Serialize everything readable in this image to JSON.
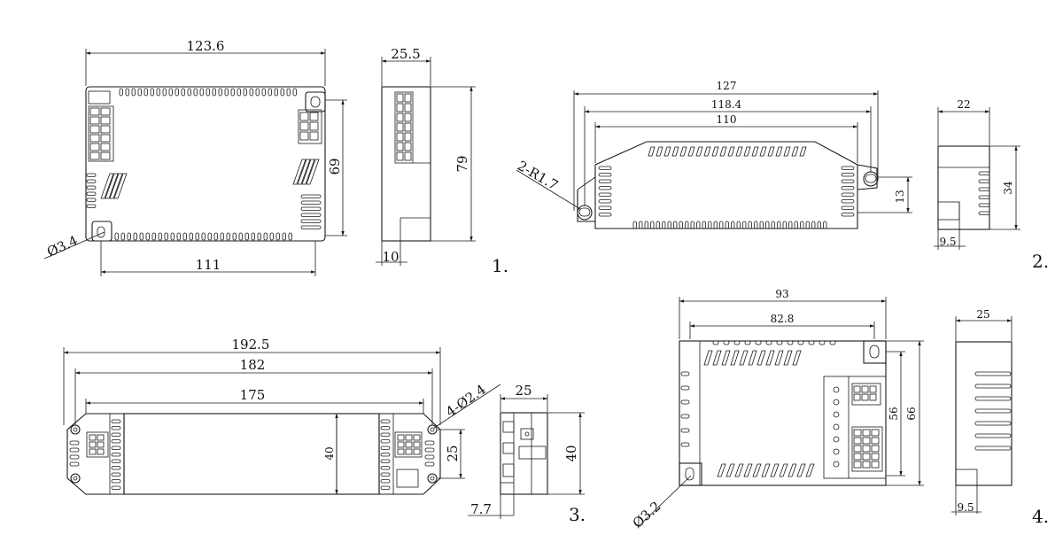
{
  "views": [
    {
      "id": "1",
      "label": "1.",
      "dimensions": {
        "overall_length": "123.6",
        "mount_spacing": "111",
        "height": "69",
        "depth": "25.5",
        "depth_total": "79",
        "hole": "Ø3.4",
        "foot": "10"
      }
    },
    {
      "id": "2",
      "label": "2.",
      "dimensions": {
        "overall_length": "127",
        "mount_spacing": "118.4",
        "body_length": "110",
        "hole": "2-R1.7",
        "height": "13",
        "depth": "22",
        "depth_total": "34",
        "foot": "9.5"
      }
    },
    {
      "id": "3",
      "label": "3.",
      "dimensions": {
        "overall_length": "192.5",
        "mount_spacing": "182",
        "body_length": "175",
        "hole": "4-Ø2.4",
        "height": "40",
        "mount_height": "25",
        "depth": "25",
        "depth_total": "40",
        "foot": "7.7"
      }
    },
    {
      "id": "4",
      "label": "4.",
      "dimensions": {
        "overall_length": "93",
        "mount_spacing": "82.8",
        "height": "66",
        "mount_height": "56",
        "hole": "Ø3.2",
        "depth": "25",
        "foot": "9.5"
      }
    }
  ]
}
